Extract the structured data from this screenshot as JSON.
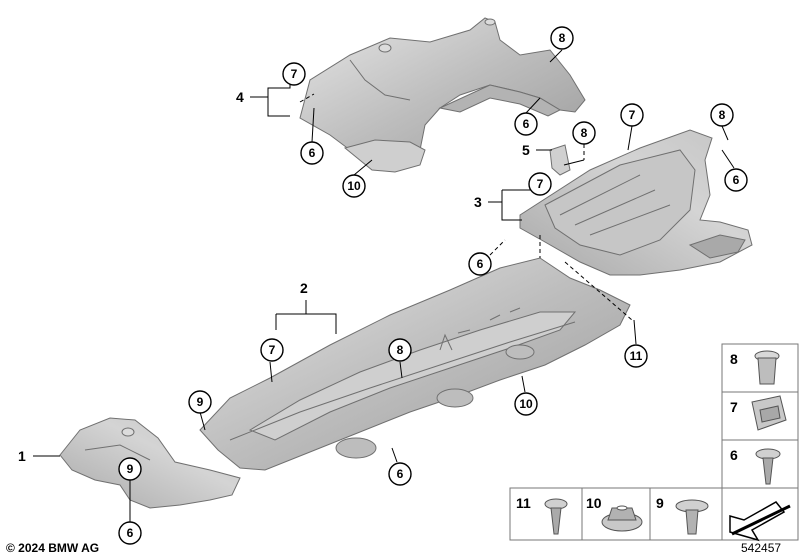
{
  "diagram": {
    "copyright": "© 2024 BMW AG",
    "diagram_number": "542457",
    "assemblies": [
      {
        "id": "a1",
        "label": "1"
      },
      {
        "id": "a2",
        "label": "2"
      },
      {
        "id": "a3",
        "label": "3"
      },
      {
        "id": "a4",
        "label": "4"
      },
      {
        "id": "a5",
        "label": "5"
      }
    ],
    "callouts": [
      {
        "id": "c-8-top",
        "label": "8"
      },
      {
        "id": "c-7-top",
        "label": "7"
      },
      {
        "id": "c-6-top-a",
        "label": "6"
      },
      {
        "id": "c-6-top-b",
        "label": "6"
      },
      {
        "id": "c-10-top",
        "label": "10"
      },
      {
        "id": "c-8-mid",
        "label": "8"
      },
      {
        "id": "c-7-right",
        "label": "7"
      },
      {
        "id": "c-8-right",
        "label": "8"
      },
      {
        "id": "c-6-right",
        "label": "6"
      },
      {
        "id": "c-7-mid",
        "label": "7"
      },
      {
        "id": "c-6-mid",
        "label": "6"
      },
      {
        "id": "c-11-mid",
        "label": "11"
      },
      {
        "id": "c-7-low",
        "label": "7"
      },
      {
        "id": "c-8-low",
        "label": "8"
      },
      {
        "id": "c-9-low",
        "label": "9"
      },
      {
        "id": "c-10-low",
        "label": "10"
      },
      {
        "id": "c-6-low",
        "label": "6"
      },
      {
        "id": "c-9-left",
        "label": "9"
      },
      {
        "id": "c-6-left",
        "label": "6"
      }
    ],
    "legend": [
      {
        "id": "l8",
        "label": "8",
        "icon": "push-rivet-icon"
      },
      {
        "id": "l7",
        "label": "7",
        "icon": "clip-nut-icon"
      },
      {
        "id": "l6",
        "label": "6",
        "icon": "screw-icon"
      },
      {
        "id": "l11",
        "label": "11",
        "icon": "collar-screw-icon"
      },
      {
        "id": "l10",
        "label": "10",
        "icon": "collar-nut-icon"
      },
      {
        "id": "l9",
        "label": "9",
        "icon": "expanding-rivet-icon"
      },
      {
        "id": "lx",
        "label": "",
        "icon": "direction-arrow-icon"
      }
    ]
  }
}
